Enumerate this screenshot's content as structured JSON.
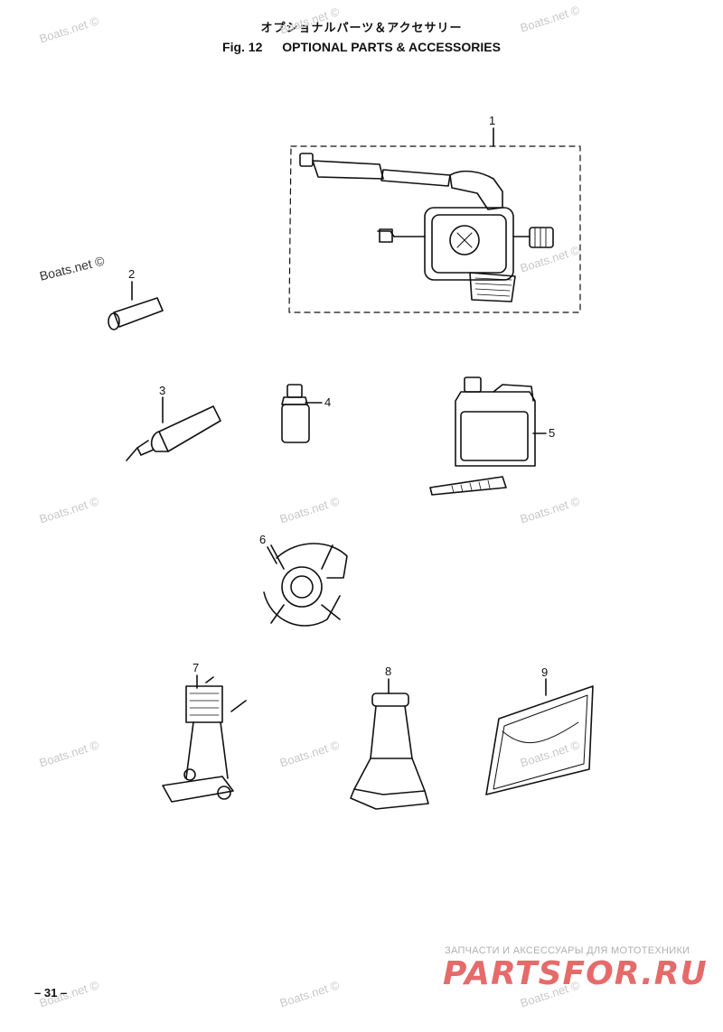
{
  "header": {
    "title_jp": "オプショナルパーツ＆アクセサリー",
    "fig_label": "Fig. 12",
    "title_en": "OPTIONAL PARTS & ACCESSORIES"
  },
  "callouts": [
    "1",
    "2",
    "3",
    "4",
    "5",
    "6",
    "7",
    "8",
    "9"
  ],
  "watermark": "Boats.net ©",
  "footer": {
    "page_number": "– 31 –",
    "promo_small": "ЗАПЧАСТИ И АКСЕССУАРЫ ДЛЯ МОТОТЕХНИКИ",
    "promo_big": "PARTSFOR.RU"
  }
}
